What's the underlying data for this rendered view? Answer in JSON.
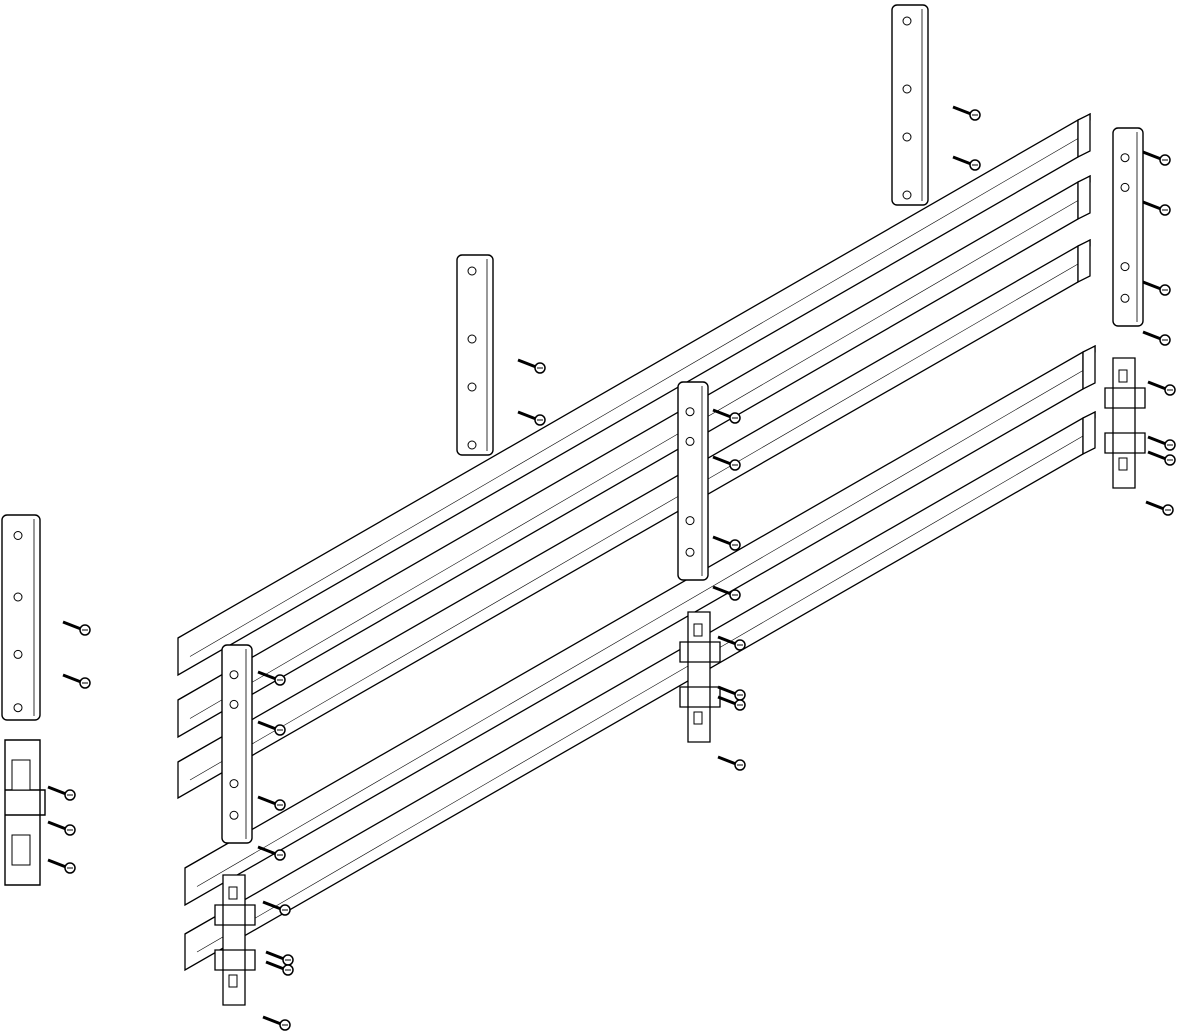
{
  "colors": {
    "stroke": "#000000",
    "fill": "#ffffff",
    "background": "#ffffff"
  },
  "icons": [
    "busbar",
    "busbar-support-bracket",
    "end-clamp",
    "screw"
  ]
}
